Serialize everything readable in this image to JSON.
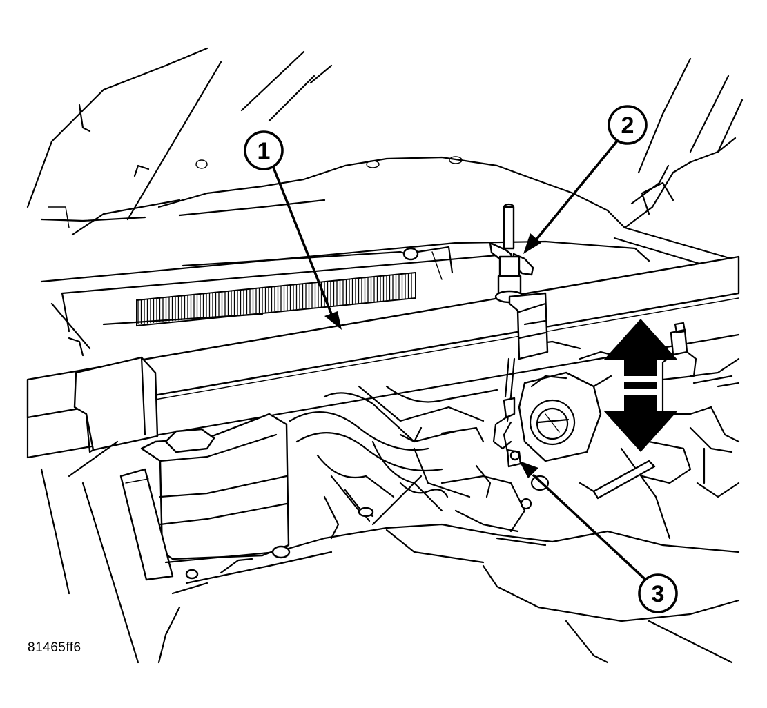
{
  "figure": {
    "id": "81465ff6"
  },
  "callouts": [
    {
      "label": "1"
    },
    {
      "label": "2"
    },
    {
      "label": "3"
    }
  ],
  "colors": {
    "ink": "#000000",
    "paper": "#ffffff"
  },
  "icons": [
    "double-headed-vertical-arrow-icon"
  ]
}
